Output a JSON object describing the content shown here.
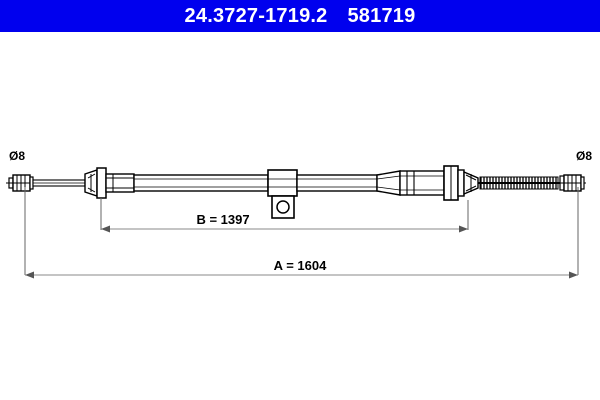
{
  "header": {
    "part_number": "24.3727-1719.2",
    "article_number": "581719",
    "background_color": "#0000ee",
    "text_color": "#ffffff"
  },
  "drawing": {
    "title": "brake-cable-technical-drawing",
    "line_color": "#000000",
    "dimension_color": "#888888",
    "diameter_left": {
      "label": "Ø8",
      "name": "left-end-diameter-label"
    },
    "diameter_right": {
      "label": "Ø8",
      "name": "right-end-diameter-label"
    },
    "dimension_b": {
      "label": "B = 1397",
      "value": 1397,
      "symbol": "B"
    },
    "dimension_a": {
      "label": "A = 1604",
      "value": 1604,
      "symbol": "A"
    }
  }
}
